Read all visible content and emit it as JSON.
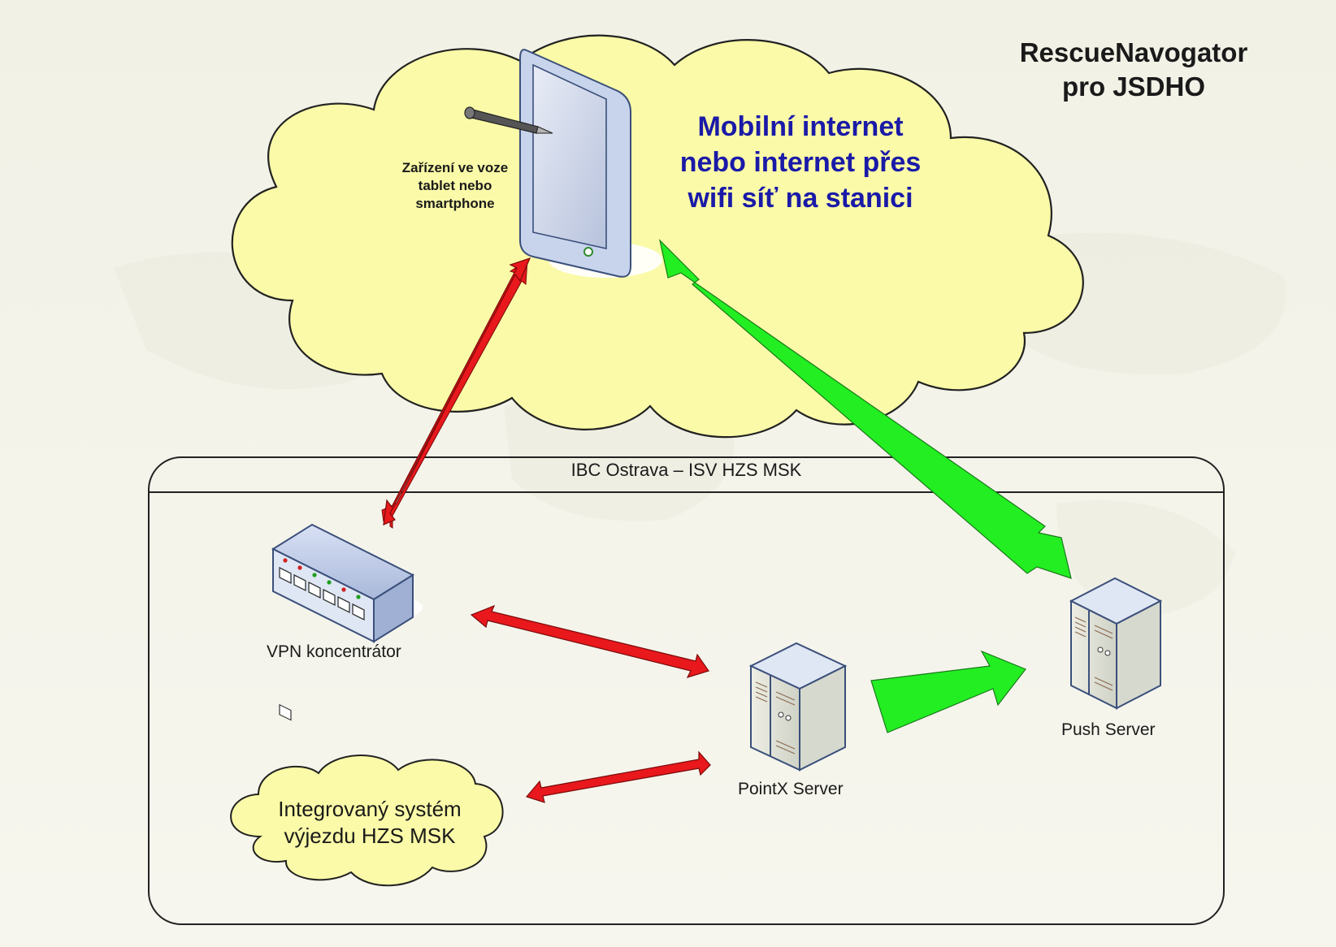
{
  "title": {
    "line1": "RescueNavogator",
    "line2": "pro JSDHO"
  },
  "internet_cloud": {
    "caption_line1": "Mobilní internet",
    "caption_line2": "nebo internet přes",
    "caption_line3": "wifi síť na stanici"
  },
  "device": {
    "label_line1": "Zařízení ve voze",
    "label_line2": "tablet nebo",
    "label_line3": "smartphone"
  },
  "container": {
    "title": "IBC Ostrava – ISV HZS MSK"
  },
  "nodes": {
    "vpn": "VPN koncentrátor",
    "pointx": "PointX Server",
    "push": "Push Server",
    "isv_line1": "Integrovaný systém",
    "isv_line2": "výjezdu HZS MSK"
  },
  "colors": {
    "cloud_fill": "#fafaa8",
    "arrow_red": "#e8181c",
    "arrow_green": "#22ee22",
    "caption_blue": "#1a1aa8",
    "device_body": "#c8d4ec"
  }
}
